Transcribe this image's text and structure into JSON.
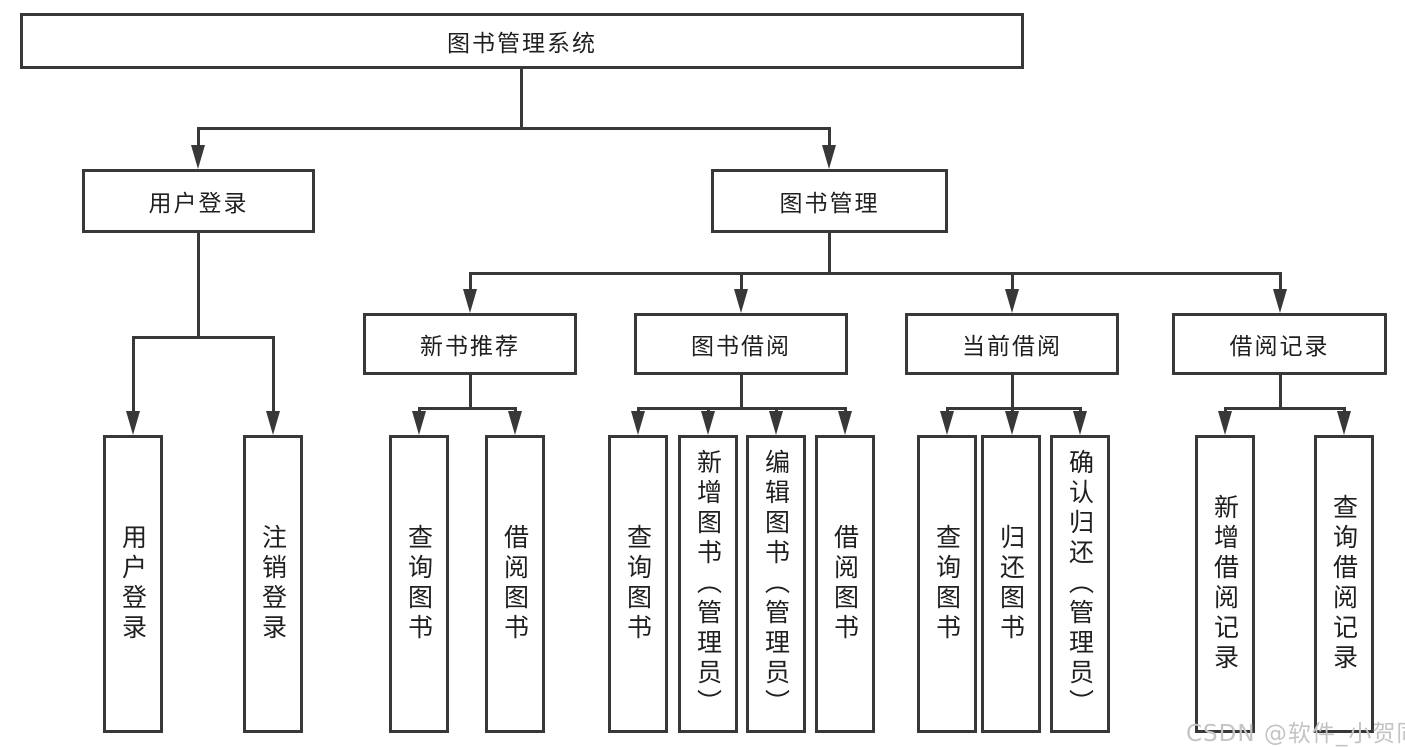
{
  "diagram": {
    "root": {
      "label": "图书管理系统"
    },
    "level2": [
      {
        "label": "用户登录"
      },
      {
        "label": "图书管理"
      }
    ],
    "level3": [
      {
        "label": "新书推荐"
      },
      {
        "label": "图书借阅"
      },
      {
        "label": "当前借阅"
      },
      {
        "label": "借阅记录"
      }
    ],
    "leaves": {
      "userLogin": [
        {
          "label": "用户登录"
        },
        {
          "label": "注销登录"
        }
      ],
      "newBookRecommend": [
        {
          "label": "查询图书"
        },
        {
          "label": "借阅图书"
        }
      ],
      "bookBorrow": [
        {
          "label": "查询图书"
        },
        {
          "label": "新增图书（管理员）"
        },
        {
          "label": "编辑图书（管理员）"
        },
        {
          "label": "借阅图书"
        }
      ],
      "currentBorrow": [
        {
          "label": "查询图书"
        },
        {
          "label": "归还图书"
        },
        {
          "label": "确认归还（管理员）"
        }
      ],
      "borrowRecords": [
        {
          "label": "新增借阅记录"
        },
        {
          "label": "查询借阅记录"
        }
      ]
    },
    "watermark": "CSDN @软件_小贺同学"
  },
  "colors": {
    "line": "#383838",
    "text": "#1f1f1f",
    "watermark": "#c4c4c4",
    "bg": "#ffffff"
  }
}
